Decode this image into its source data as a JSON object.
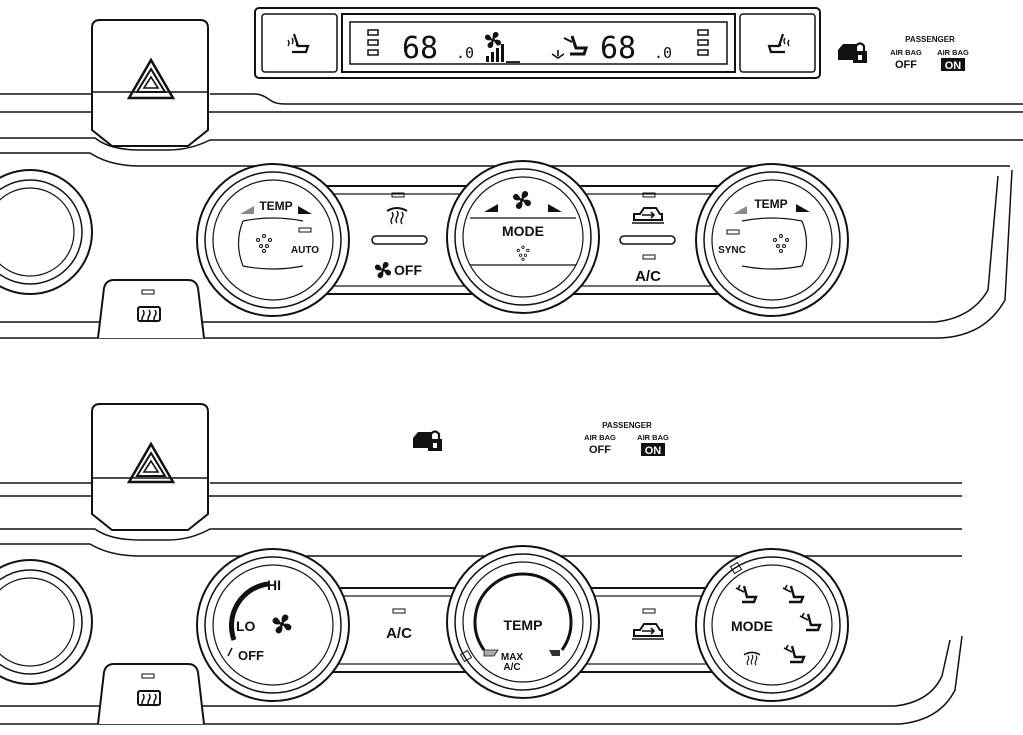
{
  "top_panel": {
    "display": {
      "left_temp": "68",
      "left_temp_decimal": ".0",
      "right_temp": "68",
      "right_temp_decimal": ".0"
    },
    "passenger_airbag": {
      "title": "PASSENGER",
      "off_label": "AIR BAG",
      "off_value": "OFF",
      "on_label": "AIR BAG",
      "on_value": "ON"
    },
    "left_knob": {
      "temp_label": "TEMP",
      "auto_label": "AUTO"
    },
    "center_knob": {
      "mode_label": "MODE"
    },
    "right_knob": {
      "temp_label": "TEMP",
      "sync_label": "SYNC"
    },
    "fan_off_label": "OFF",
    "ac_label": "A/C"
  },
  "bottom_panel": {
    "passenger_airbag": {
      "title": "PASSENGER",
      "off_label": "AIR BAG",
      "off_value": "OFF",
      "on_label": "AIR BAG",
      "on_value": "ON"
    },
    "fan_knob": {
      "hi_label": "HI",
      "lo_label": "LO",
      "off_label": "OFF"
    },
    "ac_label": "A/C",
    "temp_knob": {
      "temp_label": "TEMP",
      "max_label": "MAX",
      "max_sub_label": "A/C"
    },
    "mode_knob": {
      "mode_label": "MODE"
    }
  }
}
